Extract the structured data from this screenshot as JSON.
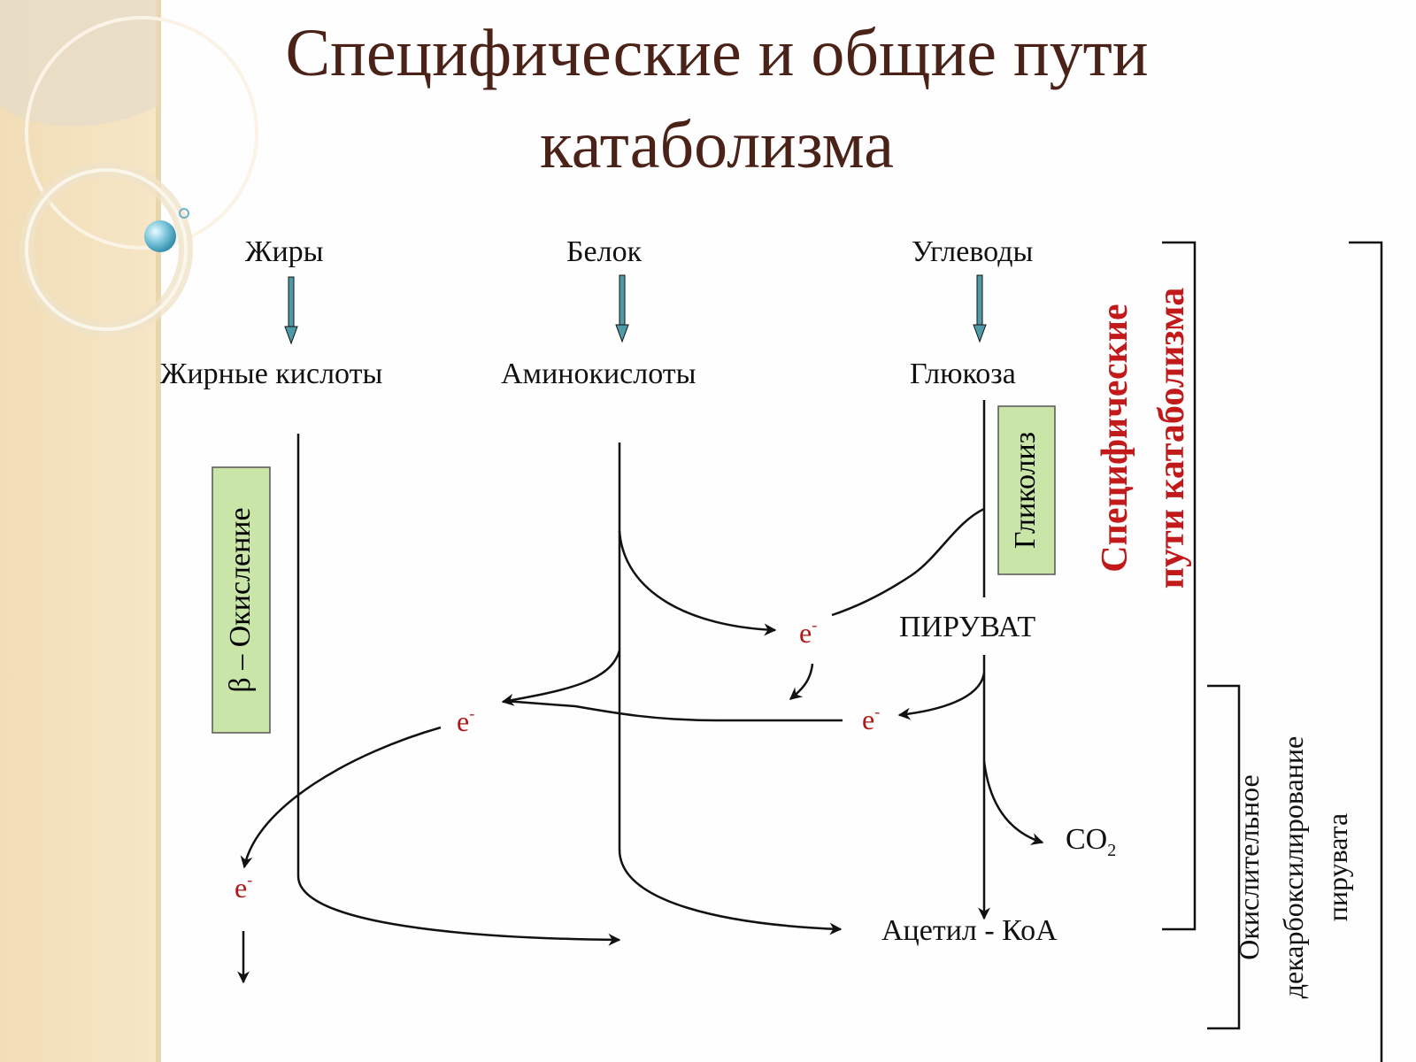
{
  "slide": {
    "title_line1": "Специфические и общие пути",
    "title_line2": "катаболизма",
    "colors": {
      "title": "#4a2218",
      "electron": "#b01818",
      "bracket_label": "#c21a1a",
      "box_fill": "#c9e6a8",
      "arrow_teal": "#4e9aa6"
    }
  },
  "sources": {
    "fats": "Жиры",
    "protein": "Белок",
    "carbs": "Углеводы"
  },
  "intermediates": {
    "fatty_acids": "Жирные кислоты",
    "amino_acids": "Аминокислоты",
    "glucose": "Глюкоза"
  },
  "processes": {
    "beta_oxidation": "β – Окисление",
    "glycolysis": "Гликолиз"
  },
  "nodes": {
    "pyruvate": "ПИРУВАТ",
    "co2_base": "CO",
    "co2_sub": "2",
    "acetyl_coa": "Ацетил - КоА"
  },
  "electron": {
    "base": "e",
    "sup": "-"
  },
  "brackets": {
    "specific_line1": "Специфические",
    "specific_line2": "пути катаболизма",
    "decarb_line1": "Окислительное",
    "decarb_line2": "декарбоксилирование",
    "decarb_line3": "пирувата"
  }
}
